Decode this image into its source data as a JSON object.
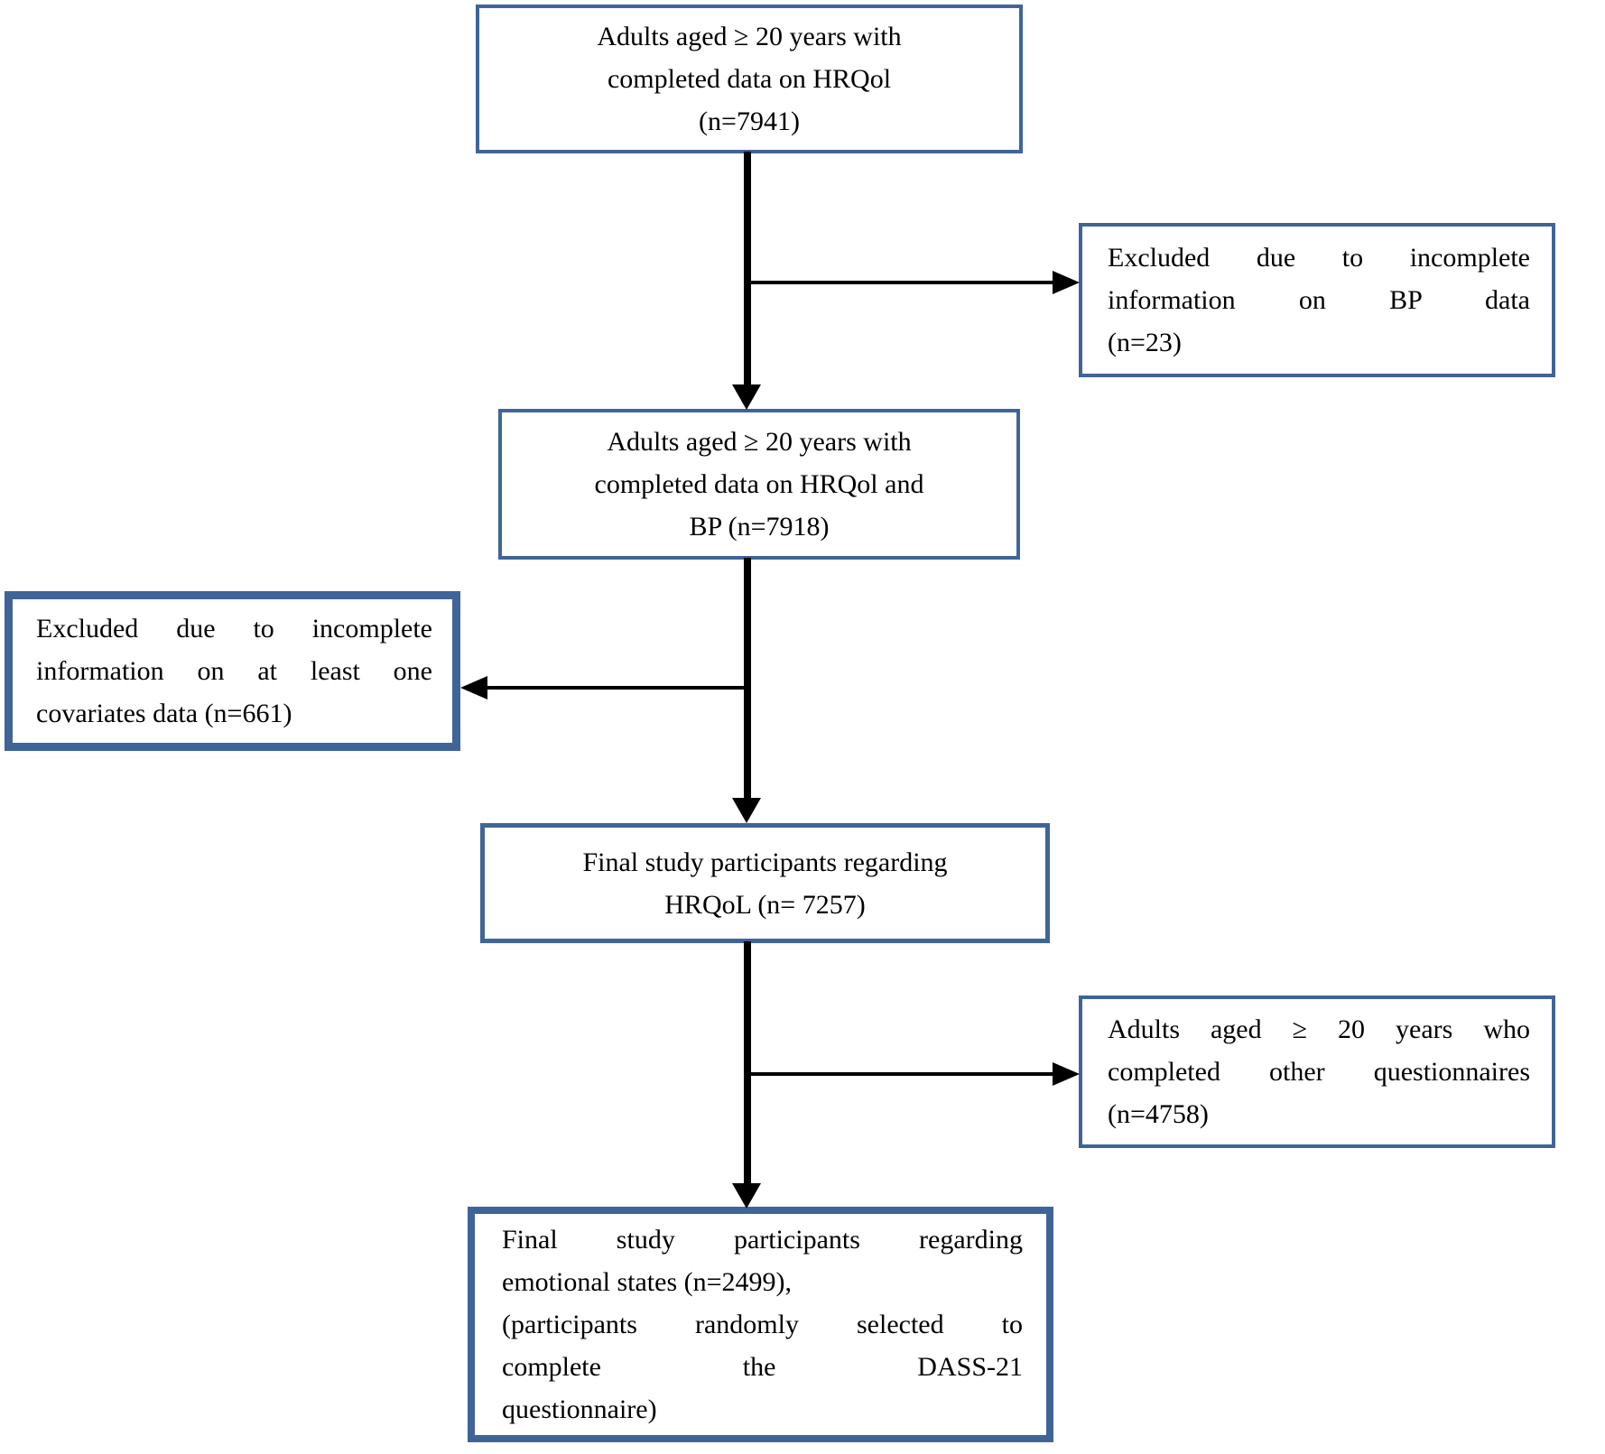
{
  "diagram": {
    "background_color": "#ffffff",
    "box_border_color": "#3f6598",
    "text_color": "#000000",
    "arrow_color": "#000000",
    "boxes": {
      "adults_hrqol": {
        "n": 7941,
        "text": "Adults aged ≥ 20 years with completed data on HRQol (n=7941)",
        "lines": [
          "Adults aged ≥ 20 years with",
          "completed data on HRQol",
          "(n=7941)"
        ]
      },
      "excluded_bp": {
        "n": 23,
        "text": "Excluded due to incomplete information on BP data (n=23)",
        "lines": [
          "Excluded due to incomplete",
          "information on BP data",
          "(n=23)"
        ]
      },
      "adults_hrqol_bp": {
        "n": 7918,
        "text": "Adults aged ≥ 20 years with completed data on HRQol and BP (n=7918)",
        "lines": [
          "Adults aged ≥ 20 years with",
          "completed data on HRQol and",
          "BP (n=7918)"
        ]
      },
      "excluded_covariates": {
        "n": 661,
        "text": "Excluded due to incomplete information on at least one covariates data (n=661)",
        "lines": [
          "Excluded due to incomplete",
          "information on at least one",
          "covariates data (n=661)"
        ]
      },
      "final_hrqol": {
        "n": 7257,
        "text": "Final study participants regarding HRQoL (n= 7257)",
        "lines": [
          "Final study participants regarding",
          "HRQoL (n= 7257)"
        ]
      },
      "other_questionnaires": {
        "n": 4758,
        "text": "Adults aged ≥ 20 years who completed other questionnaires (n=4758)",
        "lines": [
          "Adults aged ≥ 20 years who",
          "completed other questionnaires",
          "(n=4758)"
        ]
      },
      "final_emotional": {
        "n": 2499,
        "text": "Final study participants regarding emotional states (n=2499), (participants randomly selected to complete the DASS-21 questionnaire)",
        "lines": [
          "Final study participants regarding",
          "emotional states (n=2499),",
          "(participants randomly selected to",
          "complete the DASS-21",
          "questionnaire)"
        ]
      }
    }
  }
}
